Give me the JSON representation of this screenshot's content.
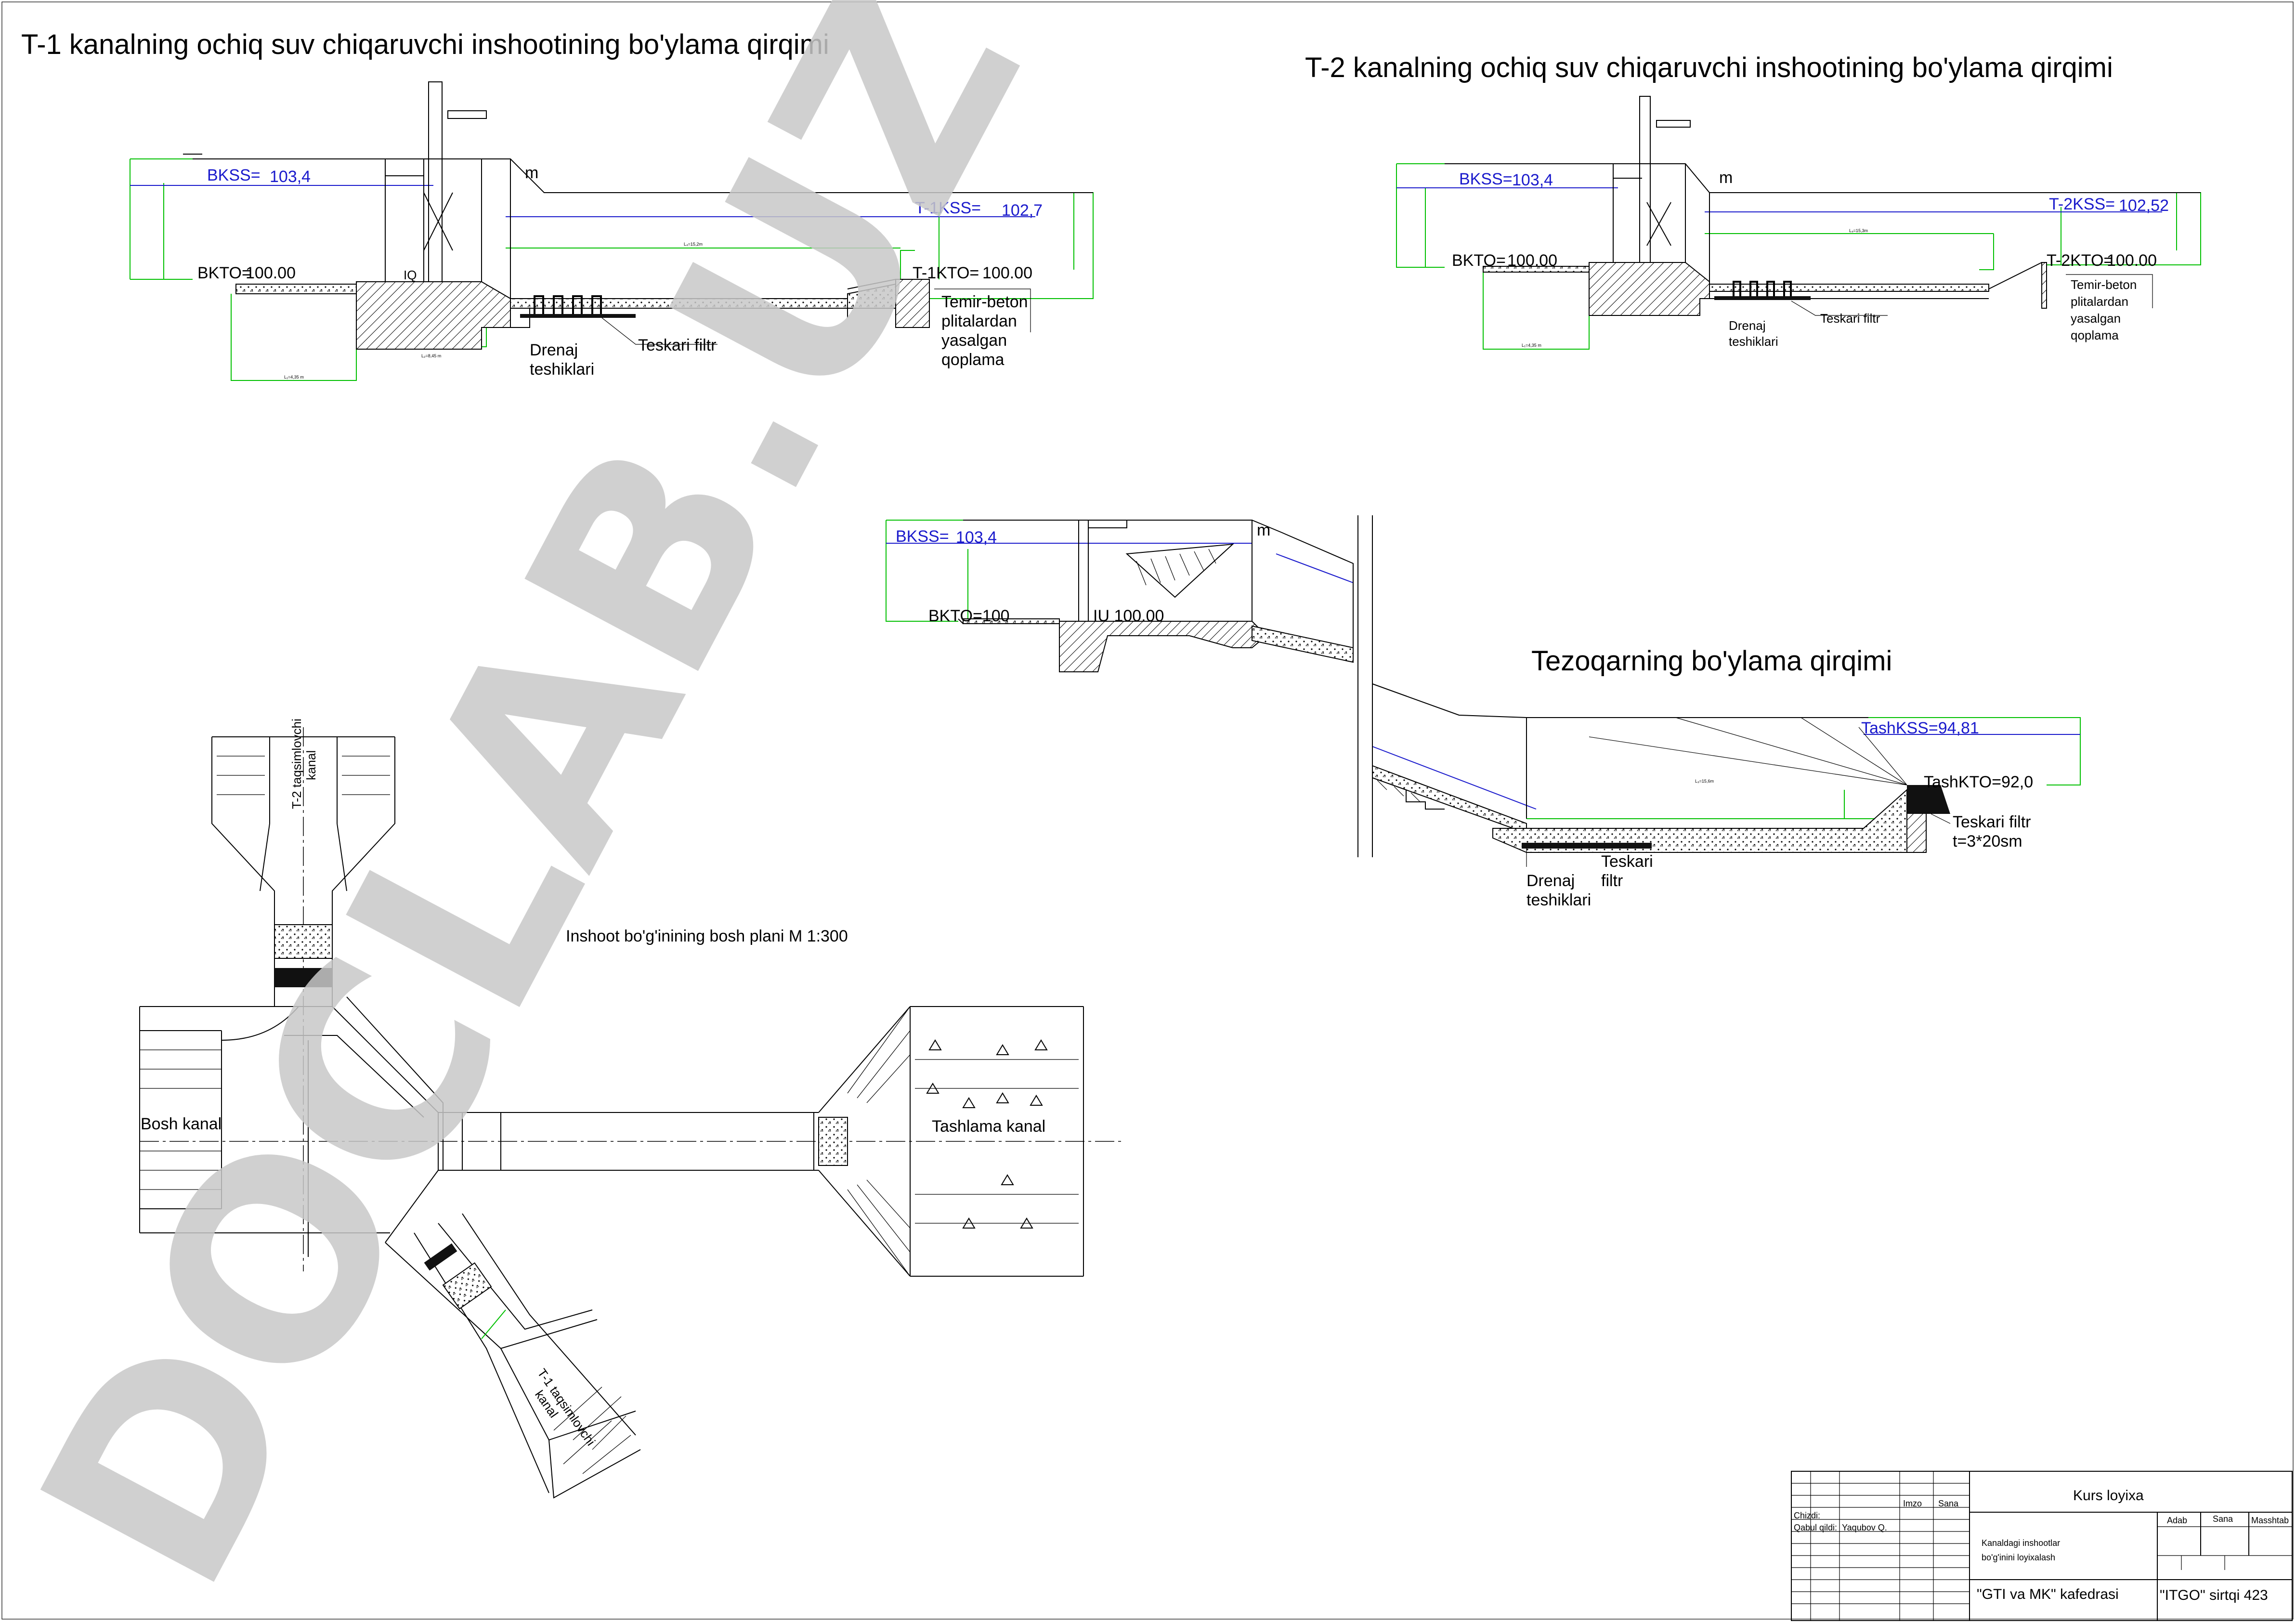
{
  "titles": {
    "t1_section": "T-1 kanalning ochiq suv chiqaruvchi inshootining bo'ylama qirqimi",
    "t2_section": "T-2 kanalning ochiq suv chiqaruvchi inshootining bo'ylama qirqimi",
    "chute_section": "Tezoqarning bo'ylama qirqimi",
    "plan": "Inshoot bo'g'inining bosh plani M 1:300"
  },
  "t1": {
    "bkss": "BKSS=",
    "bkss_val": "103,4",
    "bkto": "BKTO=",
    "bkto_val": "100.00",
    "kss": "T-1KSS=",
    "kss_val": "102,7",
    "kto": "T-1KTO=",
    "kto_val": "100.00",
    "lining": [
      "Temir-beton",
      "plitalardan",
      "yasalgan",
      "qoplama"
    ],
    "drain": [
      "Drenaj",
      "teshiklari"
    ],
    "filter": "Teskari filtr"
  },
  "t2": {
    "bkss": "BKSS=",
    "bkss_val": "103,4",
    "bkto": "BKTO=",
    "bkto_val": "100.00",
    "kss": "T-2KSS=",
    "kss_val": "102,52",
    "kto": "T-2KTO=",
    "kto_val": "100.00",
    "lining": [
      "Temir-beton",
      "plitalardan",
      "yasalgan",
      "qoplama"
    ],
    "drain": [
      "Drenaj",
      "teshiklari"
    ],
    "filter": "Teskari filtr"
  },
  "chute": {
    "bkss": "BKSS=",
    "bkss_val": "103,4",
    "bkto": "BKTO=100",
    "iu": "IU 100.00",
    "tashkss": "TashKSS=94,81",
    "tashkto": "TashKTO=92,0",
    "filter": [
      "Teskari filtr",
      "t=3*20sm"
    ],
    "drain": [
      "Drenaj",
      "teshiklari"
    ],
    "filter2": [
      "Teskari",
      "filtr"
    ]
  },
  "plan": {
    "bosh_kanal": "Bosh kanal",
    "tashlama_kanal": "Tashlama kanal",
    "t2_canal": [
      "T-2 taqsimlovchi",
      "kanal"
    ]
  },
  "stamp": {
    "col_imzo": "Imzo",
    "col_sana": "Sana",
    "chizdi": "Chizdi:",
    "qabul": "Qabul qildi:",
    "teacher": "Yaqubov Q.",
    "title": "Kurs loyixa",
    "adab": "Adab",
    "sana": "Sana",
    "masshtab": "Masshtab",
    "desc": [
      "Kanaldagi inshootlar",
      "bo'g'inini loyixalash"
    ],
    "dept": "\"GTI va MK\" kafedrasi",
    "group": "\"ITGO\" sirtqi 423"
  },
  "watermark": "DOCLAB.UZ",
  "colors": {
    "water_level": "#1a1acc",
    "dimension": "#00c000",
    "watermark": "#c8c8c8"
  }
}
